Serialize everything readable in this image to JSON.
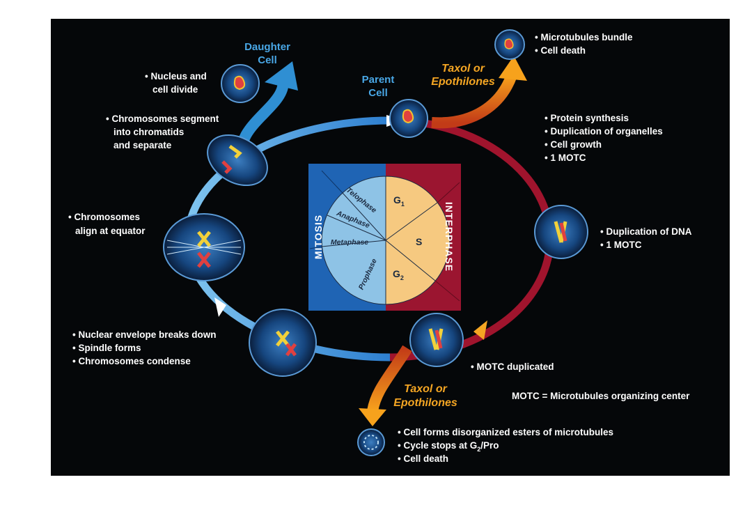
{
  "diagram": {
    "cycle_labels": {
      "daughter_cell": [
        "Daughter",
        "Cell"
      ],
      "parent_cell": [
        "Parent",
        "Cell"
      ]
    },
    "drug_labels": {
      "top": [
        "Taxol or",
        "Epothilones"
      ],
      "bottom": [
        "Taxol or",
        "Epothilones"
      ]
    },
    "center": {
      "mitosis": "MITOSIS",
      "interphase": "INTERPHASE",
      "mitosis_phases": [
        "Telophase",
        "Anaphase",
        "Metaphase",
        "Prophase"
      ],
      "interphase_phases": {
        "g1": "G",
        "g1_sub": "1",
        "s": "S",
        "g2": "G",
        "g2_sub": "2"
      }
    },
    "notes": {
      "drug_result_top": [
        "• Microtubules bundle",
        "• Cell death"
      ],
      "interphase_early": [
        "• Protein synthesis",
        "• Duplication of organelles",
        "• Cell growth",
        "• 1 MOTC"
      ],
      "s_phase": [
        "• Duplication of DNA",
        "• 1 MOTC"
      ],
      "g2_phase": "• MOTC duplicated",
      "legend": "MOTC = Microtubules organizing center",
      "drug_result_bottom": [
        "• Cell forms disorganized esters of microtubules",
        "• Cycle stops at G",
        "2",
        "/Pro",
        "• Cell death"
      ],
      "prophase": [
        "• Nuclear envelope breaks down",
        "• Spindle forms",
        "• Chromosomes condense"
      ],
      "metaphase": [
        "• Chromosomes",
        "align at equator"
      ],
      "anaphase": [
        "• Chromosomes segment",
        "into chromatids",
        "and separate"
      ],
      "telophase": [
        "• Nucleus and",
        "cell divide"
      ]
    },
    "colors": {
      "background": "#050709",
      "mitosis_blue": "#1f64b4",
      "interphase_red": "#9b1530",
      "pie_mitosis": "#8ec3e6",
      "pie_interphase": "#f6c980",
      "label_blue": "#49a7e6",
      "drug_orange": "#f5a623"
    }
  }
}
